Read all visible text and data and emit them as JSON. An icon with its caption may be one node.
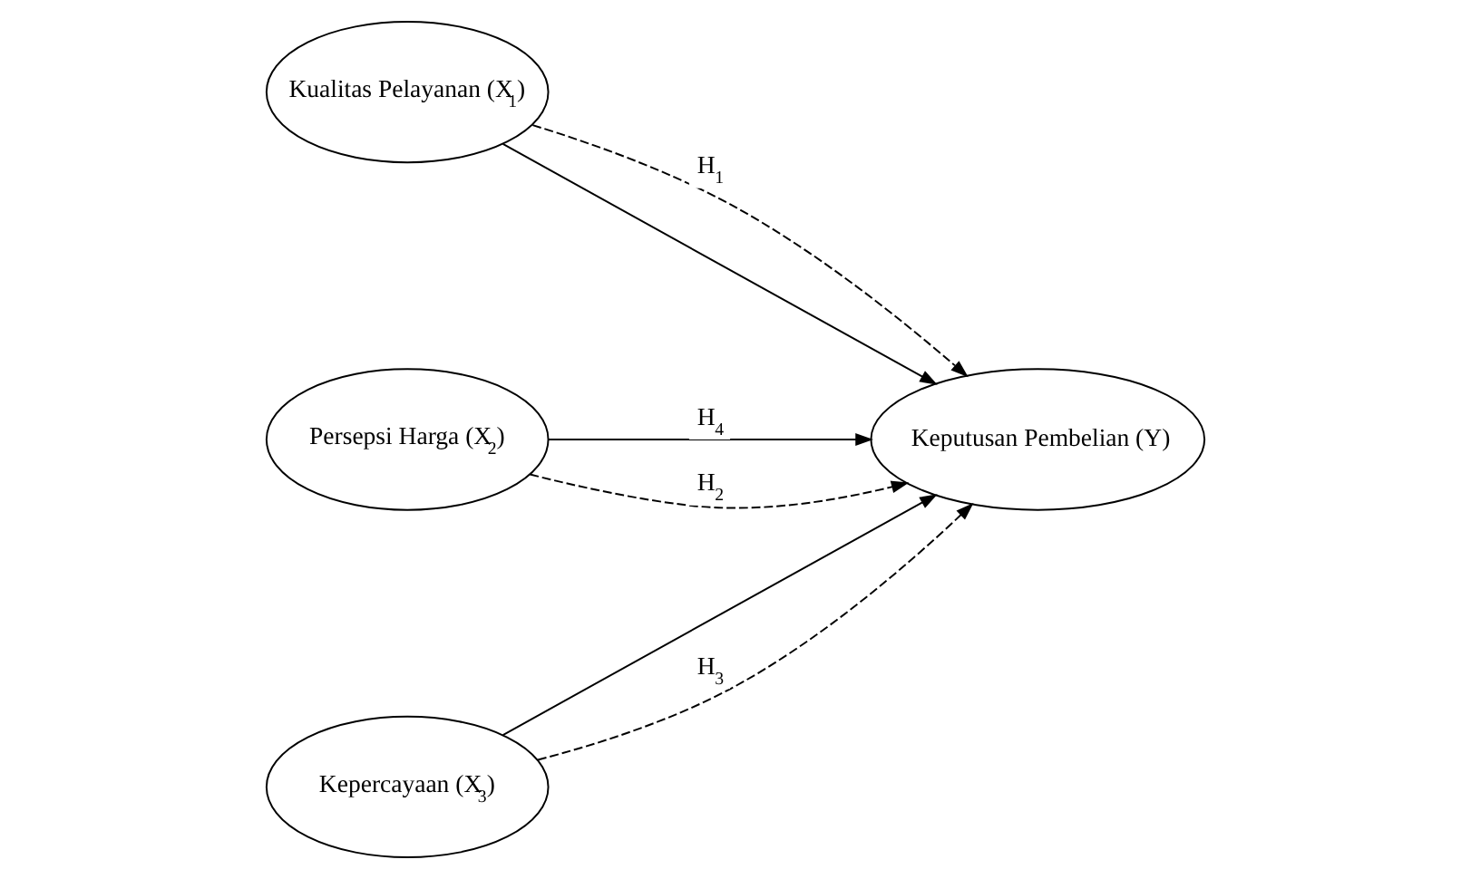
{
  "diagram": {
    "nodes": [
      {
        "text": [
          "Kualitas Pelayanan (X$_{1}$)"
        ]
      },
      {
        "text": [
          "Persepsi Harga (X$_{2}$)"
        ]
      },
      {
        "text": [
          "Kepercayaan (X$_{3}$)"
        ]
      },
      {
        "text": [
          "Keputusan Pembelian (Y)"
        ]
      }
    ],
    "edges": [
      {
        "from": 0,
        "to": 3,
        "arrow": "to",
        "label": "H$_{1}$",
        "style": "dashed"
      },
      {
        "from": 0,
        "to": 3,
        "arrow": "to"
      },
      {
        "from": 1,
        "to": 3,
        "arrow": "to",
        "label": "H$_{4}$"
      },
      {
        "from": 1,
        "to": 3,
        "arrow": "to",
        "label": "H$_{2}$",
        "style": "dashed"
      },
      {
        "from": 2,
        "to": 3,
        "arrow": "to"
      },
      {
        "from": 2,
        "to": 3,
        "arrow": "to",
        "label": "H$_{3}$",
        "style": "dashed"
      }
    ]
  }
}
